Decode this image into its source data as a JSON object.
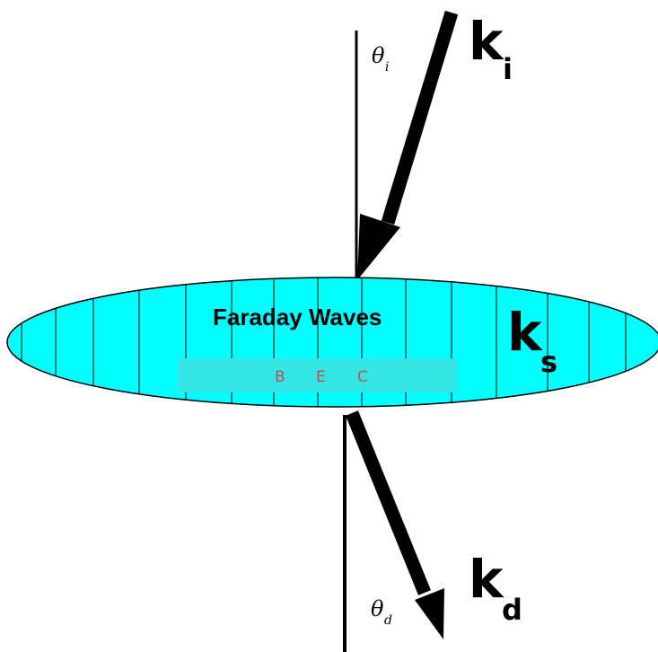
{
  "labels": {
    "k_incident": "k",
    "k_incident_sub": "i",
    "k_scattered": "k",
    "k_scattered_sub": "s",
    "k_diffracted": "k",
    "k_diffracted_sub": "d",
    "theta_incident": "θ",
    "theta_incident_sub": "i",
    "theta_diffracted": "θ",
    "theta_diffracted_sub": "d",
    "faraday": "Faraday Waves",
    "bec_1": "B",
    "bec_2": "E",
    "bec_3": "C"
  },
  "colors": {
    "ellipse_fill": "#00ffff",
    "bec_band": "#33e6e6",
    "bec_text": "#c0504d",
    "lines": "#000000"
  }
}
